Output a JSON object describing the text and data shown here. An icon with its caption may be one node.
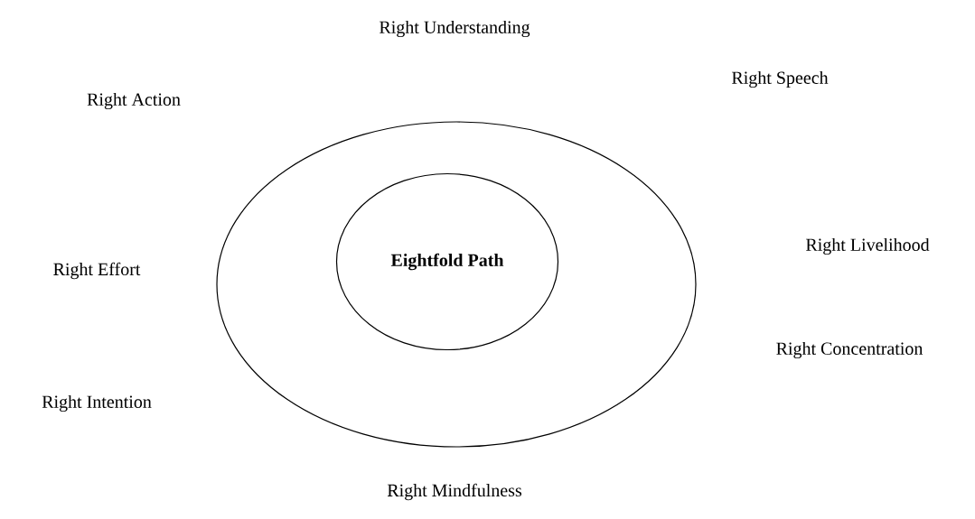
{
  "diagram": {
    "nodes": [
      {
        "text": [],
        "shape": "ellipse"
      },
      {
        "text": [
          "Eightfold Path"
        ],
        "in": 0
      }
    ],
    "labels": [
      "Right Understanding",
      "Right Speech",
      "Right Action",
      "Right Livelihood",
      "Right Effort",
      "Right Concentration",
      "Right Intention",
      "Right Mindfulness"
    ]
  }
}
